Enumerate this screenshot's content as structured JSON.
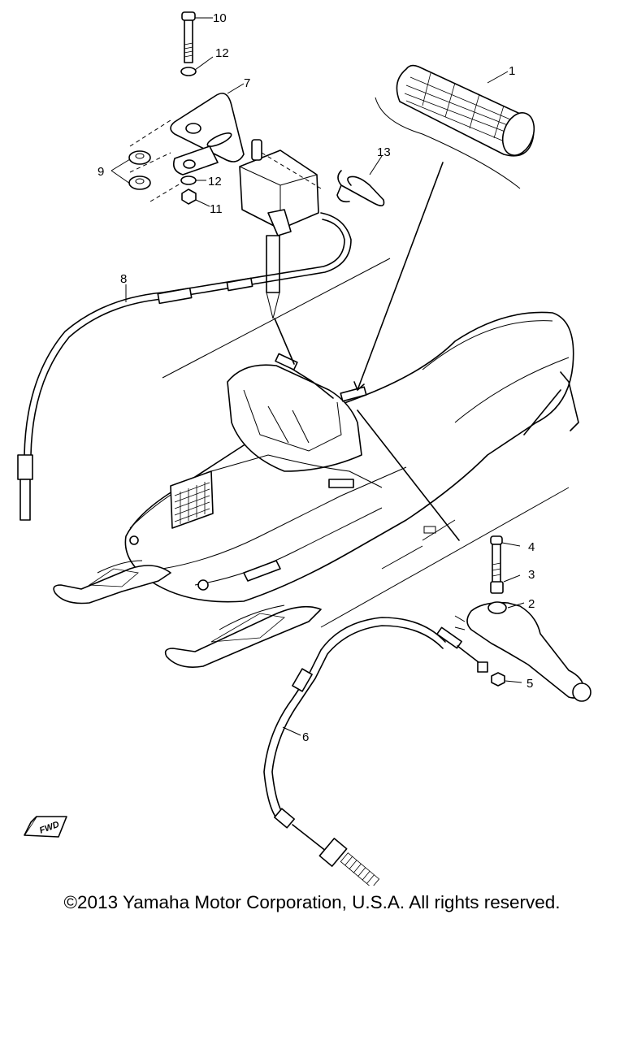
{
  "callouts": {
    "c1": "1",
    "c2": "2",
    "c3": "3",
    "c4": "4",
    "c5": "5",
    "c6": "6",
    "c7": "7",
    "c8": "8",
    "c9": "9",
    "c10": "10",
    "c11": "11",
    "c12a": "12",
    "c12b": "12",
    "c13": "13"
  },
  "fwd_label": "FWD",
  "copyright": "©2013 Yamaha Motor Corporation, U.S.A. All rights reserved."
}
